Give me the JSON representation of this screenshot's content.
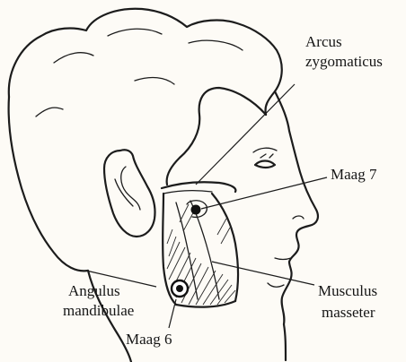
{
  "labels": {
    "arcus_line1": "Arcus",
    "arcus_line2": "zygomaticus",
    "maag7": "Maag 7",
    "musculus_line1": "Musculus",
    "musculus_line2": "masseter",
    "angulus_line1": "Angulus",
    "angulus_line2": "mandibulae",
    "maag6": "Maag 6"
  },
  "colors": {
    "ink": "#1c1c1c",
    "paper": "#fdfbf6"
  }
}
